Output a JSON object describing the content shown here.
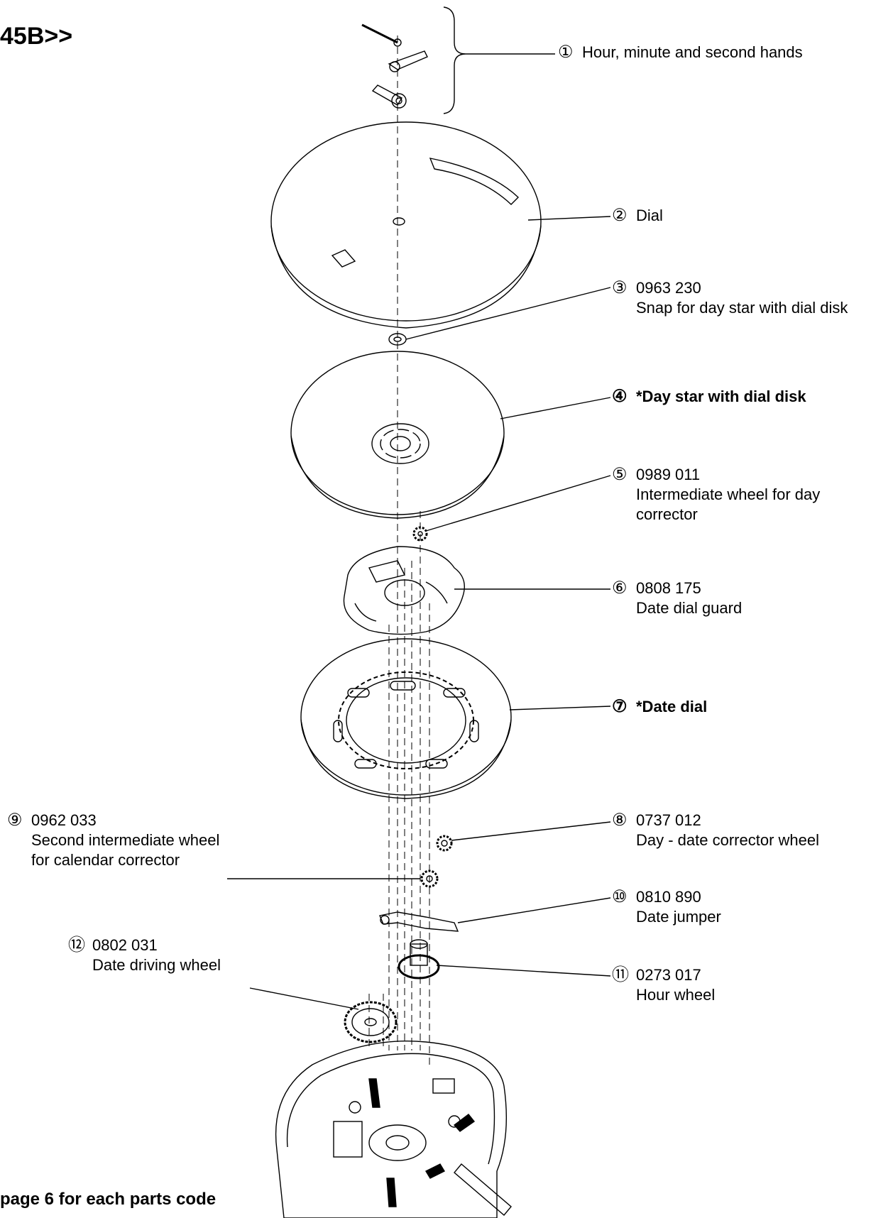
{
  "header": {
    "title": "45B>>"
  },
  "footer": {
    "note": "page 6 for each parts code"
  },
  "parts": [
    {
      "num": "①",
      "code": "",
      "desc": "Hour, minute and second hands",
      "bold": false
    },
    {
      "num": "②",
      "code": "",
      "desc": "Dial",
      "bold": false
    },
    {
      "num": "③",
      "code": "0963 230",
      "desc": "Snap for day star with dial disk",
      "bold": false
    },
    {
      "num": "④",
      "code": "",
      "desc": "*Day star with dial disk",
      "bold": true
    },
    {
      "num": "⑤",
      "code": "0989 011",
      "desc": "Intermediate wheel for day",
      "desc2": "corrector",
      "bold": false
    },
    {
      "num": "⑥",
      "code": "0808 175",
      "desc": "Date dial guard",
      "bold": false
    },
    {
      "num": "⑦",
      "code": "",
      "desc": "*Date dial",
      "bold": true
    },
    {
      "num": "⑧",
      "code": "0737 012",
      "desc": "Day - date corrector wheel",
      "bold": false
    },
    {
      "num": "⑨",
      "code": "0962 033",
      "desc": "Second intermediate wheel",
      "desc2": "for calendar corrector",
      "bold": false
    },
    {
      "num": "⑩",
      "code": "0810 890",
      "desc": "Date jumper",
      "bold": false
    },
    {
      "num": "⑪",
      "code": "0273 017",
      "desc": "Hour wheel",
      "bold": false
    },
    {
      "num": "⑫",
      "code": "0802 031",
      "desc": "Date driving wheel",
      "bold": false
    }
  ],
  "colors": {
    "line": "#000000",
    "paper": "#ffffff"
  }
}
